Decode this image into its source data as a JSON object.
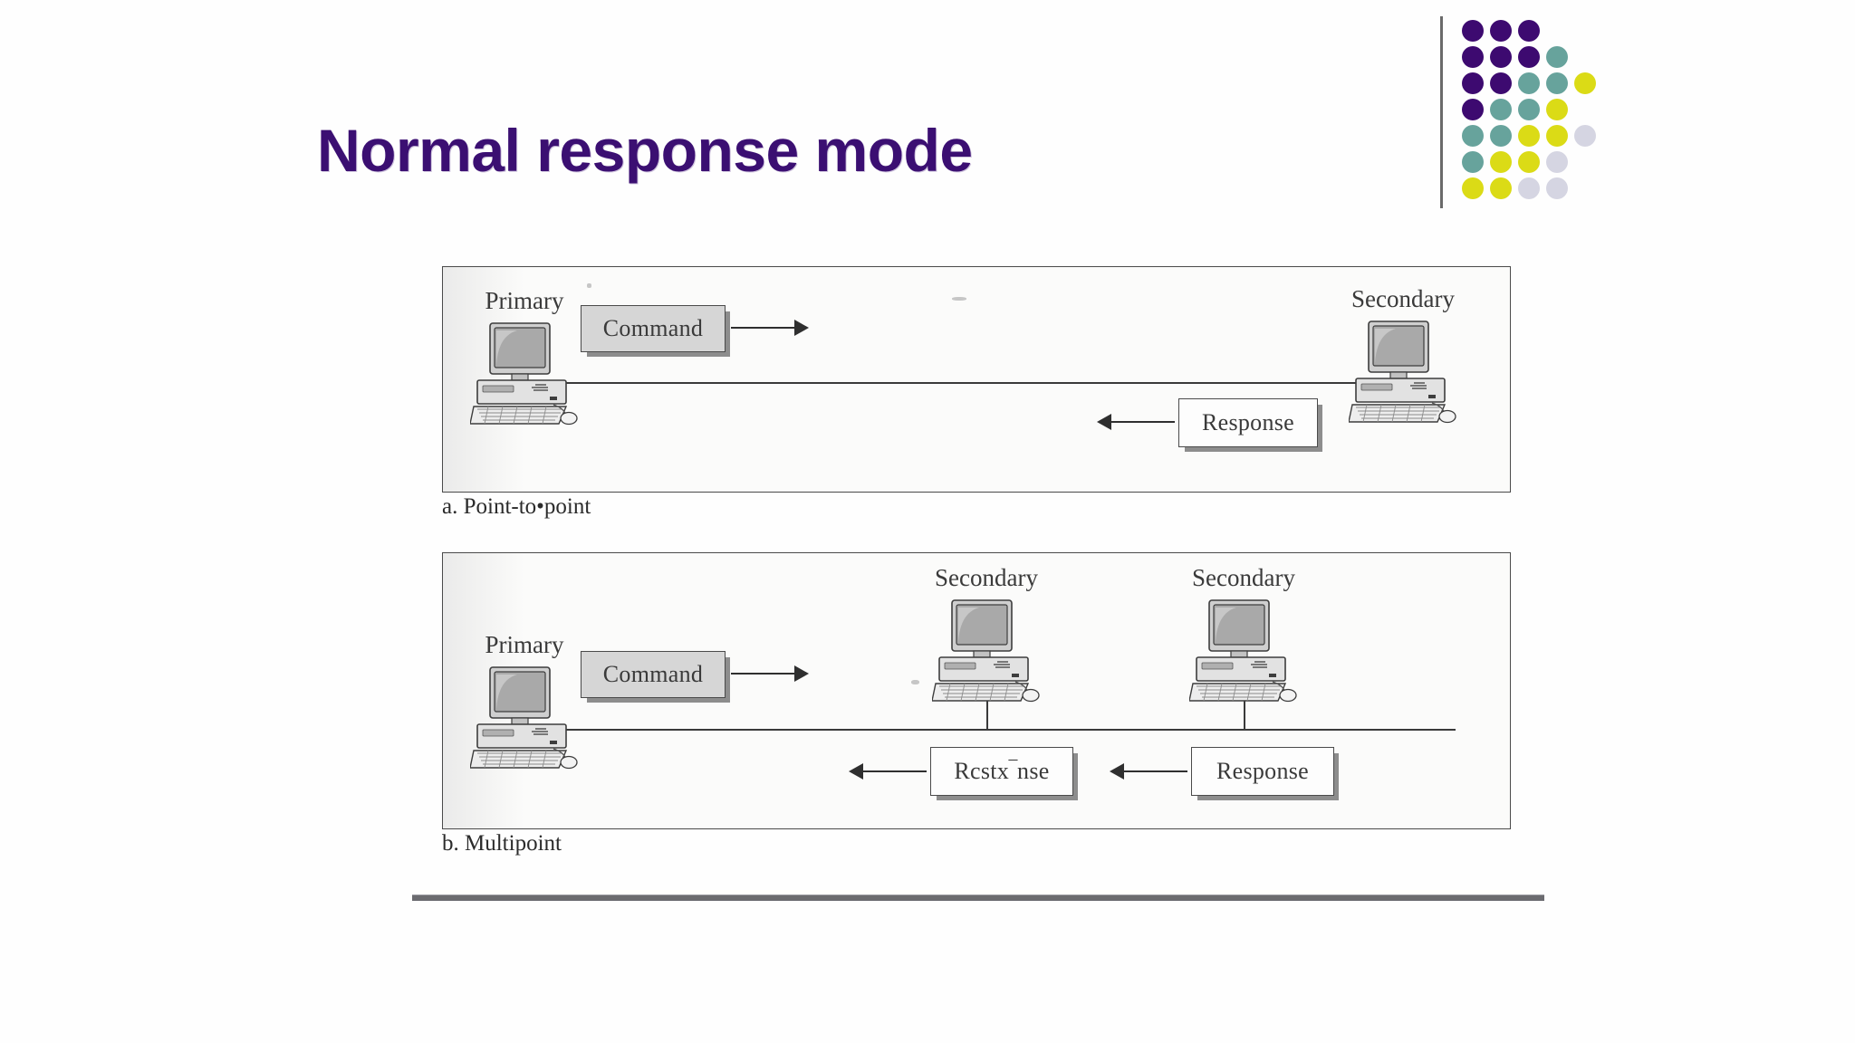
{
  "slide": {
    "title": "Normal response mode",
    "title_color": "#3b0f72",
    "background": "#ffffff"
  },
  "logo": {
    "name": "dot-grid-logo",
    "colors": {
      "purple": "#3d0a70",
      "teal": "#67a39c",
      "yellow": "#dbdb16",
      "gray": "#d5d5e2"
    },
    "rows": [
      [
        "purple",
        "purple",
        "purple",
        "none",
        "none"
      ],
      [
        "purple",
        "purple",
        "purple",
        "teal",
        "none"
      ],
      [
        "purple",
        "purple",
        "teal",
        "teal",
        "yellow"
      ],
      [
        "purple",
        "teal",
        "teal",
        "yellow",
        "none"
      ],
      [
        "teal",
        "teal",
        "yellow",
        "yellow",
        "gray"
      ],
      [
        "teal",
        "yellow",
        "yellow",
        "gray",
        "none"
      ],
      [
        "yellow",
        "yellow",
        "gray",
        "gray",
        "none"
      ]
    ]
  },
  "figure": {
    "panel_a": {
      "caption": "a.  Point-to•point",
      "primary_label": "Primary",
      "secondary_label": "Secondary",
      "command_label": "Command",
      "response_label": "Response"
    },
    "panel_b": {
      "caption": "b. Multipoint",
      "primary_label": "Primary",
      "secondary_label_1": "Secondary",
      "secondary_label_2": "Secondary",
      "command_label": "Command",
      "response_label_1": "Rcstx‾nse",
      "response_label_2": "Response"
    }
  }
}
